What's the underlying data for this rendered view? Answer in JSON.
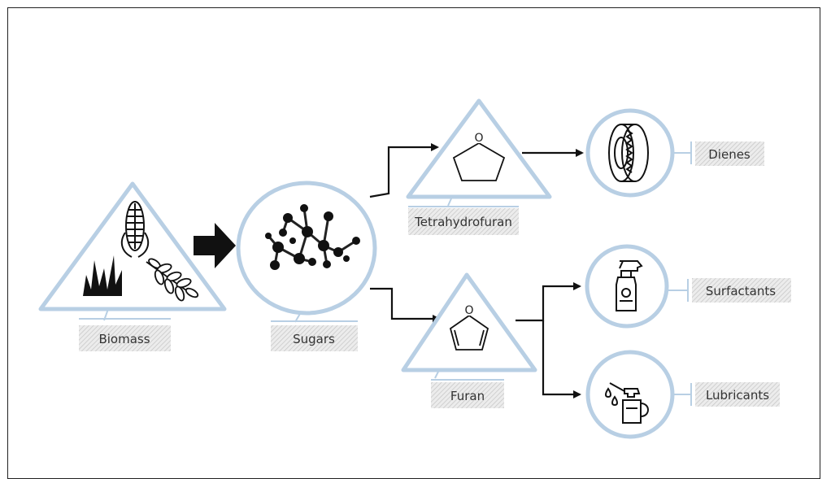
{
  "labels": {
    "biomass": "Biomass",
    "sugars": "Sugars",
    "tetrahydrofuran": "Tetrahydrofuran",
    "furan": "Furan",
    "dienes": "Dienes",
    "surfactants": "Surfactants",
    "lubricants": "Lubricants"
  },
  "atoms": {
    "tetrahydrofuran_o": "O",
    "furan_o": "O"
  },
  "colors": {
    "node_outline": "#b8cfe4",
    "node_fill": "#ffffff",
    "arrow": "#111111",
    "label_hatch": "#b0b0b0",
    "text": "#333333"
  }
}
